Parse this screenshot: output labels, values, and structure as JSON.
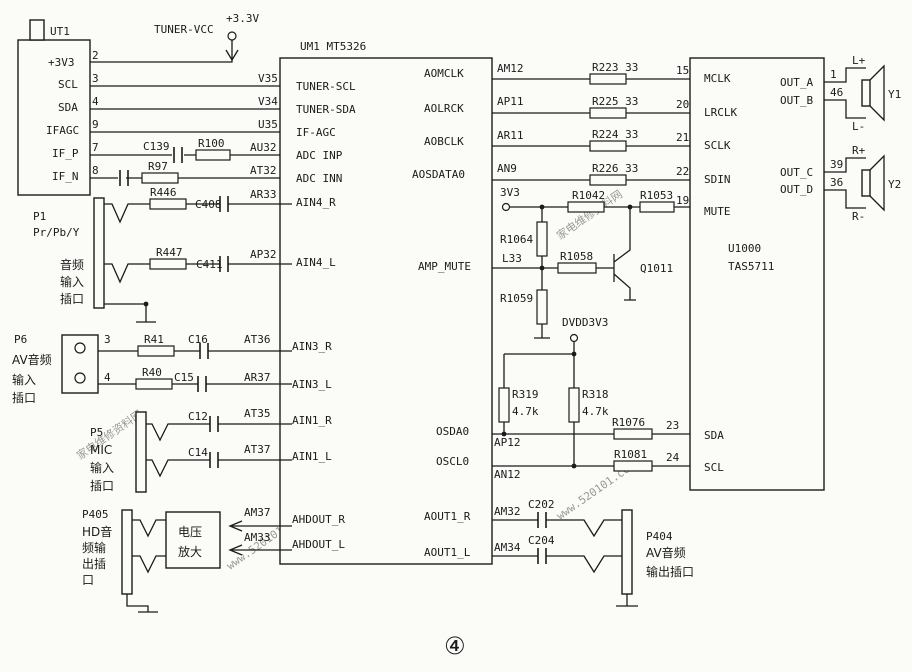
{
  "figure_number": "④",
  "power": {
    "net": "TUNER-VCC",
    "voltage": "+3.3V"
  },
  "ut1": {
    "ref": "UT1",
    "pins": [
      {
        "name": "+3V3",
        "num": "2"
      },
      {
        "name": "SCL",
        "num": "3"
      },
      {
        "name": "SDA",
        "num": "4"
      },
      {
        "name": "IFAGC",
        "num": "9"
      },
      {
        "name": "IF_P",
        "num": "7"
      },
      {
        "name": "IF_N",
        "num": "8"
      }
    ]
  },
  "um1": {
    "ref": "UM1 MT5326",
    "left_pins": [
      {
        "name": "TUNER-SCL",
        "ball": "V35"
      },
      {
        "name": "TUNER-SDA",
        "ball": "V34"
      },
      {
        "name": "IF-AGC",
        "ball": "U35"
      },
      {
        "name": "ADC INP",
        "ball": "AU32"
      },
      {
        "name": "ADC INN",
        "ball": "AT32"
      },
      {
        "name": "AIN4_R",
        "ball": "AR33"
      },
      {
        "name": "AIN4_L",
        "ball": "AP32"
      },
      {
        "name": "AIN3_R",
        "ball": "AT36"
      },
      {
        "name": "AIN3_L",
        "ball": "AR37"
      },
      {
        "name": "AIN1_R",
        "ball": "AT35"
      },
      {
        "name": "AIN1_L",
        "ball": "AT37"
      },
      {
        "name": "AHDOUT_R",
        "ball": "AM37"
      },
      {
        "name": "AHDOUT_L",
        "ball": "AM33"
      }
    ],
    "right_pins": [
      {
        "name": "AOMCLK",
        "ball": "AM12"
      },
      {
        "name": "AOLRCK",
        "ball": "AP11"
      },
      {
        "name": "AOBCLK",
        "ball": "AR11"
      },
      {
        "name": "AOSDATA0",
        "ball": "AN9"
      },
      {
        "name": "AMP_MUTE",
        "ball": "L33"
      },
      {
        "name": "OSDA0",
        "ball": "AP12"
      },
      {
        "name": "OSCL0",
        "ball": "AN12"
      },
      {
        "name": "AOUT1_R",
        "ball": "AM32"
      },
      {
        "name": "AOUT1_L",
        "ball": "AM34"
      }
    ]
  },
  "u1000": {
    "ref": "U1000",
    "part": "TAS5711",
    "left_pins": [
      {
        "name": "MCLK",
        "num": "15"
      },
      {
        "name": "LRCLK",
        "num": "20"
      },
      {
        "name": "SCLK",
        "num": "21"
      },
      {
        "name": "SDIN",
        "num": "22"
      },
      {
        "name": "MUTE",
        "num": "19"
      },
      {
        "name": "SDA",
        "num": "23"
      },
      {
        "name": "SCL",
        "num": "24"
      }
    ],
    "right_pins": [
      {
        "name": "OUT_A",
        "num": "1"
      },
      {
        "name": "OUT_B",
        "num": "46"
      },
      {
        "name": "OUT_C",
        "num": "39"
      },
      {
        "name": "OUT_D",
        "num": "36"
      }
    ]
  },
  "resistors": {
    "R100": "R100",
    "R97": "R97",
    "R446": "R446",
    "R447": "R447",
    "R41": "R41",
    "R40": "R40",
    "R223": "R223 33",
    "R225": "R225 33",
    "R224": "R224 33",
    "R226": "R226 33",
    "R1042": "R1042",
    "R1053": "R1053",
    "R1064": "R1064",
    "R1058": "R1058",
    "R1059": "R1059",
    "R319": "R319",
    "R319v": "4.7k",
    "R318": "R318",
    "R318v": "4.7k",
    "R1076": "R1076",
    "R1081": "R1081"
  },
  "capacitors": {
    "C139": "C139",
    "C408": "C408",
    "C411": "C411",
    "C16": "C16",
    "C15": "C15",
    "C12": "C12",
    "C14": "C14",
    "C202": "C202",
    "C204": "C204"
  },
  "transistor": "Q1011",
  "nets": {
    "v3": "3V3",
    "dvdd": "DVDD3V3"
  },
  "connectors": {
    "p1": {
      "ref": "P1",
      "desc": "Pr/Pb/Y",
      "cn": [
        "音频",
        "输入",
        "插口"
      ]
    },
    "p6": {
      "ref": "P6",
      "cn": [
        "AV音频",
        "输入",
        "插口"
      ],
      "pin_r": "3",
      "pin_l": "4"
    },
    "p5": {
      "ref": "P5",
      "cn": [
        "MIC",
        "输入",
        "插口"
      ]
    },
    "p405": {
      "ref": "P405",
      "cn": [
        "HD音",
        "频输",
        "出插",
        "口"
      ]
    },
    "p404": {
      "ref": "P404",
      "cn": [
        "AV音频",
        "输出插口"
      ]
    }
  },
  "amp_block": [
    "电压",
    "放大"
  ],
  "speakers": [
    {
      "ref": "Y1",
      "plus": "L+",
      "minus": "L-"
    },
    {
      "ref": "Y2",
      "plus": "R+",
      "minus": "R-"
    }
  ],
  "watermarks": [
    "家电维修资料网",
    "www.520101.com"
  ]
}
